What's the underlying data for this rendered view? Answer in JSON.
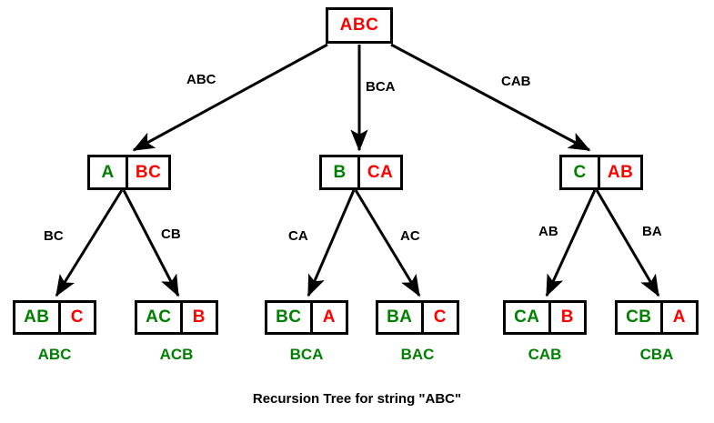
{
  "figure": {
    "caption": "Recursion Tree for string \"ABC\"",
    "colors": {
      "remaining": "#ff0000",
      "chosen": "#008000",
      "edge": "#000000",
      "background": "#ffffff"
    }
  },
  "tree": {
    "root": {
      "cells": [
        {
          "text": "ABC",
          "color": "red"
        }
      ]
    },
    "level1": [
      {
        "cells": [
          {
            "text": "A",
            "color": "green"
          },
          {
            "text": "BC",
            "color": "red"
          }
        ]
      },
      {
        "cells": [
          {
            "text": "B",
            "color": "green"
          },
          {
            "text": "CA",
            "color": "red"
          }
        ]
      },
      {
        "cells": [
          {
            "text": "C",
            "color": "green"
          },
          {
            "text": "AB",
            "color": "red"
          }
        ]
      }
    ],
    "level1_edge_labels": [
      "ABC",
      "BCA",
      "CAB"
    ],
    "level2_edge_labels": [
      "BC",
      "CB",
      "CA",
      "AC",
      "AB",
      "BA"
    ],
    "leaves": [
      {
        "cells": [
          {
            "text": "AB",
            "color": "green"
          },
          {
            "text": "C",
            "color": "red"
          }
        ],
        "caption": "ABC"
      },
      {
        "cells": [
          {
            "text": "AC",
            "color": "green"
          },
          {
            "text": "B",
            "color": "red"
          }
        ],
        "caption": "ACB"
      },
      {
        "cells": [
          {
            "text": "BC",
            "color": "green"
          },
          {
            "text": "A",
            "color": "red"
          }
        ],
        "caption": "BCA"
      },
      {
        "cells": [
          {
            "text": "BA",
            "color": "green"
          },
          {
            "text": "C",
            "color": "red"
          }
        ],
        "caption": "BAC"
      },
      {
        "cells": [
          {
            "text": "CA",
            "color": "green"
          },
          {
            "text": "B",
            "color": "red"
          }
        ],
        "caption": "CAB"
      },
      {
        "cells": [
          {
            "text": "CB",
            "color": "green"
          },
          {
            "text": "A",
            "color": "red"
          }
        ],
        "caption": "CBA"
      }
    ]
  }
}
